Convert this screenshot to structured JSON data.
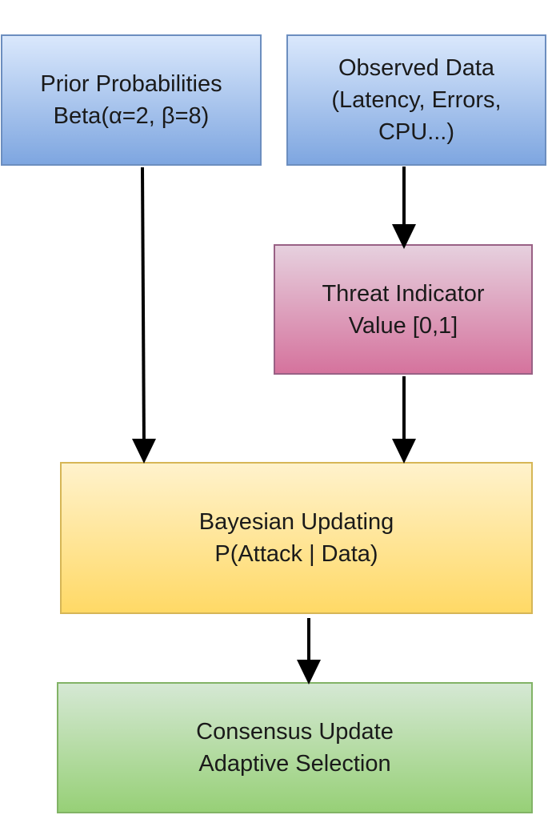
{
  "nodes": {
    "prior": {
      "line1": "Prior Probabilities",
      "line2": "Beta(α=2, β=8)"
    },
    "observed": {
      "line1": "Observed Data",
      "line2": "(Latency, Errors,",
      "line3": "CPU...)"
    },
    "threat": {
      "line1": "Threat Indicator",
      "line2": "Value [0,1]"
    },
    "bayes": {
      "line1": "Bayesian Updating",
      "line2": "P(Attack | Data)"
    },
    "consensus": {
      "line1": "Consensus Update",
      "line2": "Adaptive Selection"
    }
  },
  "edges": [
    {
      "from": "prior",
      "to": "bayes"
    },
    {
      "from": "observed",
      "to": "threat"
    },
    {
      "from": "threat",
      "to": "bayes"
    },
    {
      "from": "bayes",
      "to": "consensus"
    }
  ],
  "colors": {
    "blue_fill": "#7ea6e0",
    "blue_border": "#6c8ebf",
    "pink_fill": "#d5739d",
    "pink_border": "#996185",
    "yellow_fill": "#ffd966",
    "yellow_border": "#d6b656",
    "green_fill": "#97d077",
    "green_border": "#82b366",
    "arrow": "#000000"
  }
}
